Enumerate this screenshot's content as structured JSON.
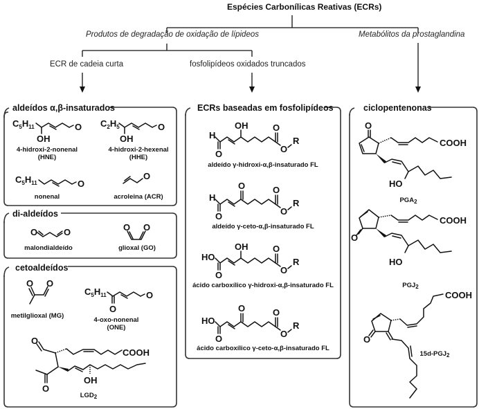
{
  "title": "Espécies Carbonílicas Reativas (ECRs)",
  "categories": {
    "lipid": "Produtos de degradação de oxidação de lípideos",
    "prostaglandin": "Metabólitos da prostaglandina"
  },
  "subcategories": {
    "short_chain": "ECR de cadeia curta",
    "truncated": "fosfolipídeos oxidados truncados"
  },
  "boxes": {
    "unsaturated": {
      "title": "aldeídos α,β-insaturados",
      "compounds": [
        {
          "name": "4-hidroxi-2-nonenal",
          "abbr": "(HNE)",
          "group": "C5H11"
        },
        {
          "name": "4-hidroxi-2-hexenal",
          "abbr": "(HHE)",
          "group": "C2H5"
        },
        {
          "name": "nonenal",
          "group": "C5H11"
        },
        {
          "name": "acroleina (ACR)"
        }
      ]
    },
    "dialdehydes": {
      "title": "di-aldeídos",
      "compounds": [
        {
          "name": "malondialdeído"
        },
        {
          "name": "glioxal (GO)"
        }
      ]
    },
    "ketoaldehydes": {
      "title": "cetoaldeídos",
      "compounds": [
        {
          "name": "metilglioxal (MG)"
        },
        {
          "name": "4-oxo-nonenal",
          "abbr": "(ONE)",
          "group": "C5H11"
        },
        {
          "name": "LGD",
          "subscript": "2"
        }
      ]
    },
    "phospholipid": {
      "title": "ECRs baseadas em fosfolipídeos",
      "compounds": [
        {
          "name": "aldeído γ-hidroxi-α,β-insaturado FL"
        },
        {
          "name": "aldeído γ-ceto-α,β-insaturado FL"
        },
        {
          "name": "ácido carboxílico γ-hidroxi-α,β-insaturado FL"
        },
        {
          "name": "ácido carboxílico γ-ceto-α,β-insaturado FL"
        }
      ]
    },
    "cyclopentenones": {
      "title": "ciclopentenonas",
      "compounds": [
        {
          "name": "PGA",
          "subscript": "2"
        },
        {
          "name": "PGJ",
          "subscript": "2"
        },
        {
          "name": "15d-PGJ",
          "subscript": "2"
        }
      ]
    }
  },
  "atoms": {
    "O": "O",
    "OH": "OH",
    "HO": "HO",
    "H": "H",
    "R": "R",
    "COOH": "COOH",
    "C": "C",
    "H_": "H",
    "n11": "11",
    "n5": "5",
    "n2": "2"
  }
}
